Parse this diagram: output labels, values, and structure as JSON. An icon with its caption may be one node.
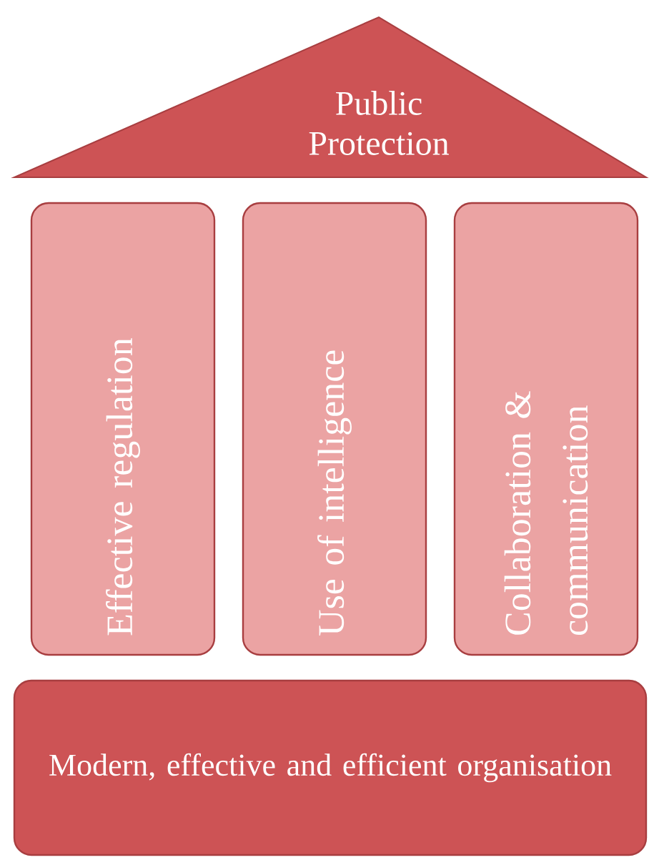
{
  "diagram": {
    "nodes": [
      {
        "text": [
          "Public Protection"
        ]
      },
      {
        "text": [
          "Effective regulation"
        ]
      },
      {
        "text": [
          "Use of intelligence"
        ]
      },
      {
        "text": [
          "Collaboration & communication"
        ]
      },
      {
        "text": [
          "Modern, effective and efficient organisation"
        ]
      }
    ]
  }
}
